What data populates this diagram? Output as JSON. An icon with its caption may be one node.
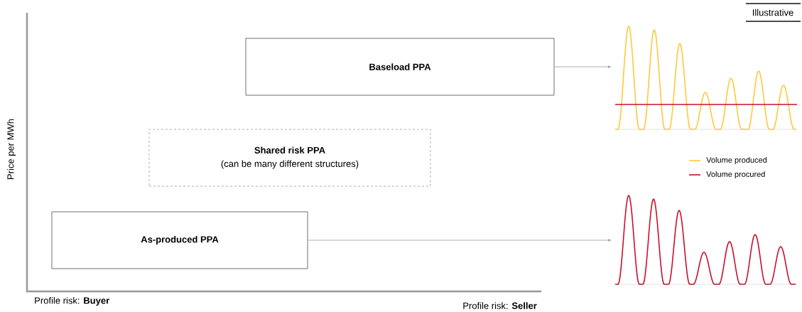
{
  "diagram": {
    "nodes": [
      {
        "text": [
          "Baseload PPA"
        ]
      },
      {
        "text": [
          "Shared risk PPA",
          "(can be many different structures)"
        ]
      },
      {
        "text": [
          "As-produced PPA"
        ]
      },
      {
        "text": [],
        "shape": "picture"
      },
      {
        "text": [],
        "shape": "picture"
      }
    ],
    "edges": [
      {
        "from": 0,
        "to": 3,
        "arrow": "to"
      },
      {
        "from": 2,
        "to": 4,
        "arrow": "to"
      }
    ],
    "labels": [
      "Illustrative",
      "Price per MWh",
      "Profile risk: **Buyer**",
      "Profile risk: **Seller**"
    ],
    "legend": [
      {
        "text": "Volume produced"
      },
      {
        "text": "Volume procured"
      }
    ]
  }
}
